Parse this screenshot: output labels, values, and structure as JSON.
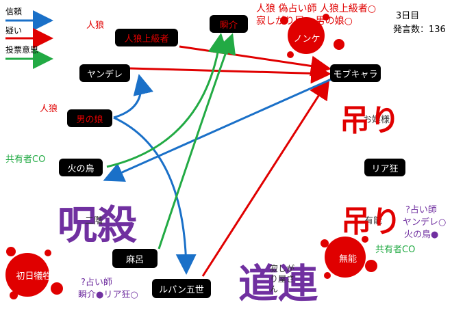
{
  "legend": {
    "trust": "信頼",
    "doubt": "疑い",
    "vote": "投票意思"
  },
  "status": {
    "day": "3日目",
    "speech_count": "発言数：136"
  },
  "colors": {
    "trust": "#1a70c8",
    "doubt": "#e00000",
    "vote": "#22aa44",
    "blood": "#e00000",
    "purple": "#7030a0"
  },
  "nodes": {
    "jinrou_joukyu": "人狼上級者",
    "shunsuke": "瞬介",
    "nonke": "ノンケ",
    "yandere": "ヤンデレ",
    "mobchara": "モブキャラ",
    "otokonoko": "男の娘",
    "ojousama": "お嬢様",
    "hinotori": "火の鳥",
    "riakyou": "リア狂",
    "nikai": "二階",
    "yuunou": "有能",
    "asaro": "麻呂",
    "shonichi": "初日犠牲者",
    "lupin": "ルパン五世",
    "sabishigari": "寂しがり屋さん",
    "munou": "無能"
  },
  "annotations": {
    "wolf1": "人狼",
    "wolf2": "人狼",
    "fake_seer_1": "人狼 偽占い師 人狼上級者○",
    "fake_seer_2": "寂しがり屋● 男の娘○",
    "co_partner_1": "共有者CO",
    "co_partner_2": "共有者CO",
    "seer_q_right_1": "?占い師",
    "seer_q_right_2": "ヤンデレ○",
    "seer_q_right_3": "火の鳥●",
    "seer_q_left_1": "?占い師",
    "seer_q_left_2": "瞬介●リア狂○"
  },
  "stamps": {
    "curse_kill": "呪殺",
    "hanged_1": "吊り",
    "hanged_2": "吊り",
    "michizure": "道連"
  }
}
